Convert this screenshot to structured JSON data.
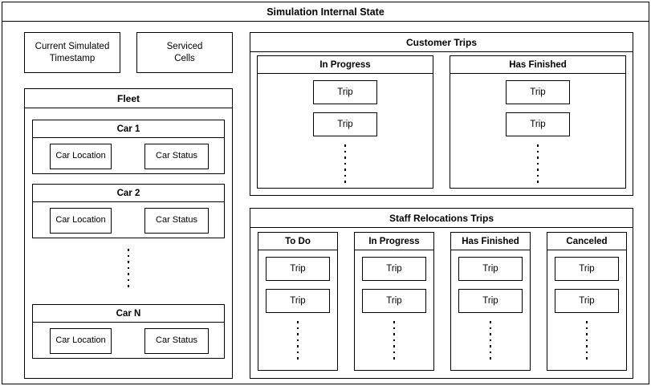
{
  "diagram": {
    "title": "Simulation Internal State",
    "top_boxes": [
      {
        "name": "current-simulated-timestamp",
        "label": "Current Simulated\nTimestamp"
      },
      {
        "name": "serviced-cells",
        "label": "Serviced\nCells"
      }
    ],
    "fleet": {
      "title": "Fleet",
      "cars": [
        {
          "name": "car-1",
          "label": "Car 1",
          "location_label": "Car Location",
          "status_label": "Car Status"
        },
        {
          "name": "car-2",
          "label": "Car 2",
          "location_label": "Car Location",
          "status_label": "Car Status"
        },
        {
          "name": "car-n",
          "label": "Car N",
          "location_label": "Car Location",
          "status_label": "Car Status"
        }
      ],
      "ellipsis_dots": 7
    },
    "customer_trips": {
      "title": "Customer Trips",
      "columns": [
        {
          "name": "customer-in-progress",
          "label": "In Progress",
          "trips": [
            "Trip",
            "Trip"
          ],
          "ellipsis_dots": 7
        },
        {
          "name": "customer-has-finished",
          "label": "Has Finished",
          "trips": [
            "Trip",
            "Trip"
          ],
          "ellipsis_dots": 7
        }
      ]
    },
    "staff_relocations_trips": {
      "title": "Staff Relocations Trips",
      "columns": [
        {
          "name": "staff-to-do",
          "label": "To Do",
          "trips": [
            "Trip",
            "Trip"
          ],
          "ellipsis_dots": 7
        },
        {
          "name": "staff-in-progress",
          "label": "In Progress",
          "trips": [
            "Trip",
            "Trip"
          ],
          "ellipsis_dots": 7
        },
        {
          "name": "staff-has-finished",
          "label": "Has Finished",
          "trips": [
            "Trip",
            "Trip"
          ],
          "ellipsis_dots": 7
        },
        {
          "name": "staff-canceled",
          "label": "Canceled",
          "trips": [
            "Trip",
            "Trip"
          ],
          "ellipsis_dots": 7
        }
      ]
    },
    "colors": {
      "stroke": "#000000",
      "background": "#ffffff",
      "text": "#000000"
    }
  }
}
